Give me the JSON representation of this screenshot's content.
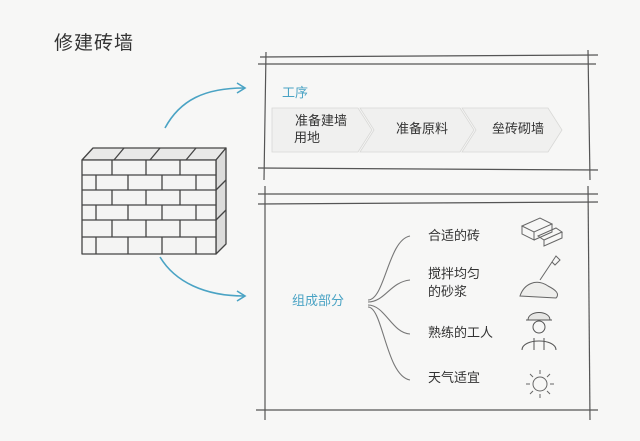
{
  "title": "修建砖墙",
  "process": {
    "label": "工序",
    "steps": [
      {
        "line1": "准备建墙",
        "line2": "用地"
      },
      {
        "line1": "准备原料",
        "line2": ""
      },
      {
        "line1": "垒砖砌墙",
        "line2": ""
      }
    ]
  },
  "components": {
    "label": "组成部分",
    "items": [
      {
        "line1": "合适的砖",
        "line2": "",
        "icon": "bricks-icon"
      },
      {
        "line1": "搅拌均匀",
        "line2": "的砂浆",
        "icon": "mortar-trowel-icon"
      },
      {
        "line1": "熟练的工人",
        "line2": "",
        "icon": "worker-icon"
      },
      {
        "line1": "天气适宜",
        "line2": "",
        "icon": "sun-icon"
      }
    ]
  },
  "colors": {
    "accent": "#4aa3c4",
    "chevron_fill": "#f0f0ef",
    "stroke": "#555555"
  }
}
